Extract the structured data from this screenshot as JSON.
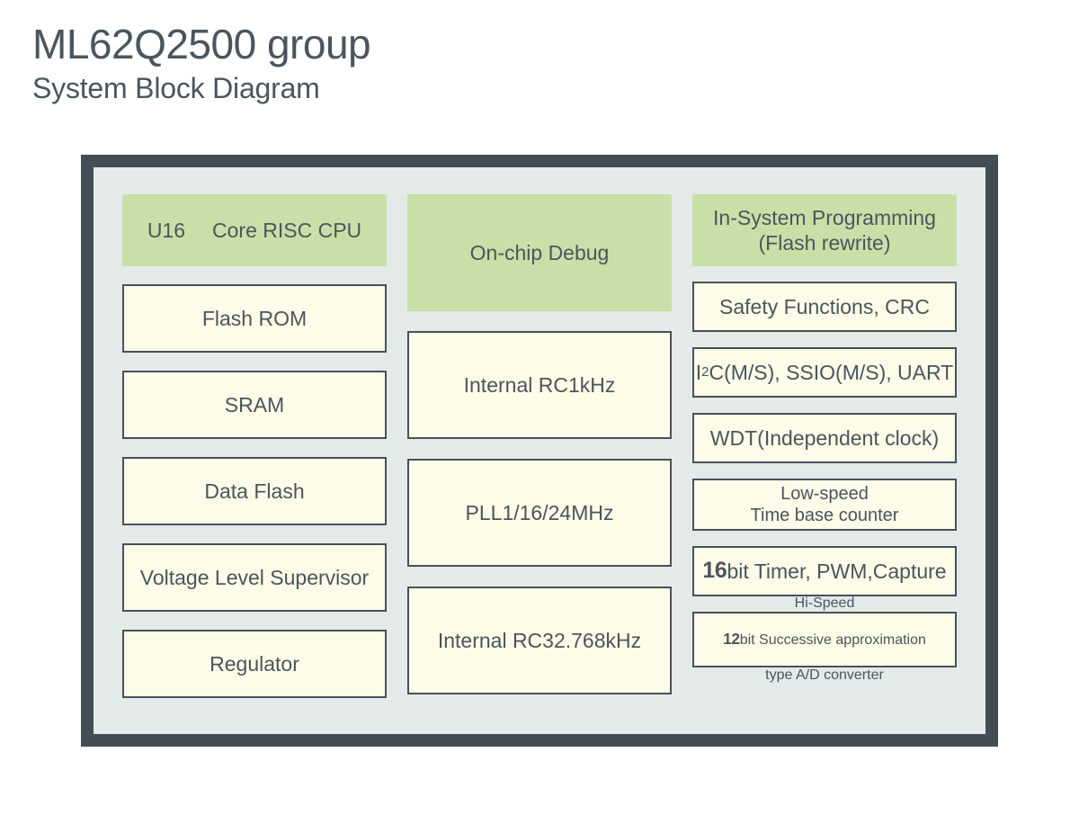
{
  "header": {
    "title": "ML62Q2500 group",
    "subtitle": "System Block Diagram"
  },
  "colors": {
    "frame_border": "#434d55",
    "frame_interior": "#e4eae8",
    "block_green": "#c8e0a8",
    "block_cream": "#fdfce8",
    "block_border": "#46515a",
    "text": "#4a555e"
  },
  "diagram": {
    "columns": [
      {
        "id": "left-column",
        "blocks": [
          {
            "id": "core-risc-cpu",
            "label_part1": "U16",
            "label_part2": "Core RISC CPU",
            "style": "green"
          },
          {
            "id": "flash-rom",
            "label": "Flash ROM",
            "style": "cream"
          },
          {
            "id": "sram",
            "label": "SRAM",
            "style": "cream"
          },
          {
            "id": "data-flash",
            "label": "Data Flash",
            "style": "cream"
          },
          {
            "id": "voltage-level-supervisor",
            "label": "Voltage Level Supervisor",
            "style": "cream"
          },
          {
            "id": "regulator",
            "label": "Regulator",
            "style": "cream"
          }
        ]
      },
      {
        "id": "middle-column",
        "blocks": [
          {
            "id": "on-chip-debug",
            "label": "On-chip Debug",
            "style": "green"
          },
          {
            "id": "internal-rc-1khz",
            "label": "Internal RC1kHz",
            "style": "cream"
          },
          {
            "id": "pll",
            "label": "PLL1/16/24MHz",
            "style": "cream"
          },
          {
            "id": "internal-rc-32768khz",
            "label": "Internal RC32.768kHz",
            "style": "cream"
          }
        ]
      },
      {
        "id": "right-column",
        "blocks": [
          {
            "id": "in-system-programming",
            "label": "In-System Programming\n(Flash rewrite)",
            "style": "green"
          },
          {
            "id": "safety-functions-crc",
            "label": "Safety Functions, CRC",
            "style": "cream"
          },
          {
            "id": "serial-interfaces",
            "label_pre": "I",
            "label_sup": "2",
            "label_post": "C(M/S), SSIO(M/S), UART",
            "style": "cream"
          },
          {
            "id": "wdt",
            "label": "WDT(Independent clock)",
            "style": "cream"
          },
          {
            "id": "low-speed-time-base-counter",
            "label": "Low-speed\nTime base counter",
            "style": "cream"
          },
          {
            "id": "timer-pwm-capture",
            "label_num": "16",
            "label_rest": "bit Timer, PWM,Capture",
            "style": "cream"
          },
          {
            "id": "ad-converter",
            "label_line1": "Hi-Speed",
            "label_num": "12",
            "label_line2": "bit Successive approximation",
            "label_line3": "type A/D converter",
            "style": "cream"
          }
        ]
      }
    ]
  }
}
